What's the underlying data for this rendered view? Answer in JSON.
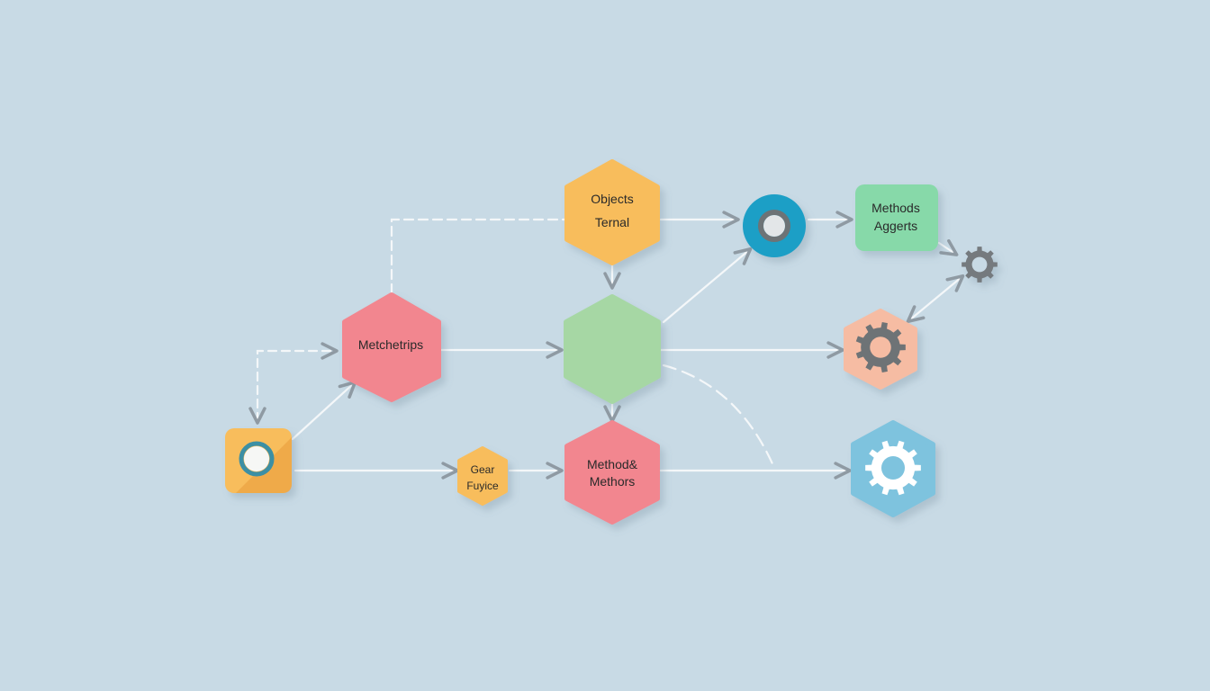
{
  "colors": {
    "background": "#c8dae5",
    "connector": "#f4f7f9",
    "arrowhead": "#8f9aa3",
    "orange": "#f8bd5c",
    "orange_shadow": "#e89a3a",
    "green": "#a6d7a4",
    "mint": "#87d9a9",
    "pink": "#f2868f",
    "peach": "#f6bca3",
    "teal": "#1b9fc6",
    "sky": "#7ec3de",
    "gear_gray": "#757a7e",
    "gear_white": "#ffffff"
  },
  "nodes": {
    "objects": {
      "line1": "Objects",
      "line2": "Ternal",
      "icon": null
    },
    "metchetrips": {
      "label": "Metchetrips"
    },
    "method": {
      "line1": "Method&",
      "line2": "Methors"
    },
    "methods_aggerts": {
      "line1": "Methods",
      "line2": "Aggerts"
    },
    "gear_fuyice": {
      "line1": "Gear",
      "line2": "Fuyice"
    },
    "start": {
      "icon": "ring-icon"
    },
    "center": {
      "icon": null
    },
    "teal_circle": {
      "icon": "ring-icon"
    },
    "small_gear": {
      "icon": "gear-icon"
    },
    "peach_gear": {
      "icon": "gear-icon"
    },
    "blue_gear": {
      "icon": "gear-icon"
    }
  }
}
